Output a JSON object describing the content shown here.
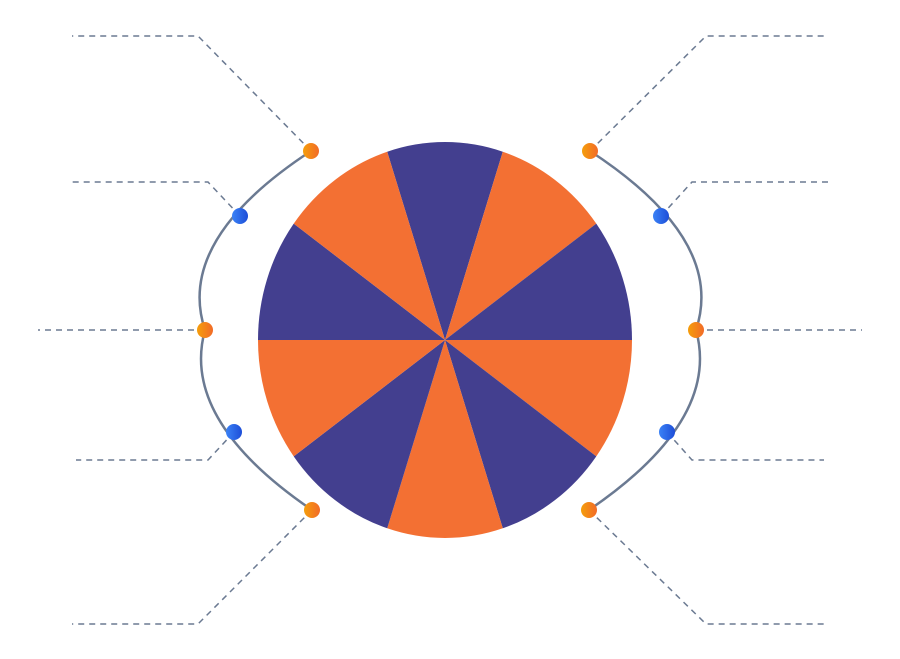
{
  "diagram": {
    "segment_count": 10,
    "callout_count": 10,
    "colors": {
      "segment_primary": "#433F8F",
      "segment_secondary": "#F37033",
      "arc": "#6B7A92",
      "leader": "#6B7A92",
      "dot_orange_start": "#F59E0B",
      "dot_orange_end": "#F26B28",
      "dot_blue_start": "#3B82F6",
      "dot_blue_end": "#1D4ED8"
    },
    "callouts": [
      {
        "side": "left",
        "dot": "orange"
      },
      {
        "side": "left",
        "dot": "blue"
      },
      {
        "side": "left",
        "dot": "orange"
      },
      {
        "side": "left",
        "dot": "blue"
      },
      {
        "side": "left",
        "dot": "orange"
      },
      {
        "side": "right",
        "dot": "orange"
      },
      {
        "side": "right",
        "dot": "blue"
      },
      {
        "side": "right",
        "dot": "orange"
      },
      {
        "side": "right",
        "dot": "blue"
      },
      {
        "side": "right",
        "dot": "orange"
      }
    ]
  }
}
